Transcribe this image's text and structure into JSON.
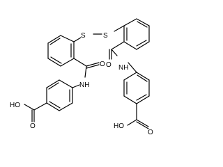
{
  "diagram": {
    "type": "chemical-structure",
    "labels": {
      "sulfur_left": "S",
      "sulfur_right": "S",
      "carbonyl_o_left": "O",
      "carbonyl_o_right": "O",
      "amide_left": "NH",
      "amide_right": "NH",
      "acid_o_left": "O",
      "acid_oh_left": "HO",
      "acid_o_right": "O",
      "acid_oh_right": "HO"
    }
  }
}
